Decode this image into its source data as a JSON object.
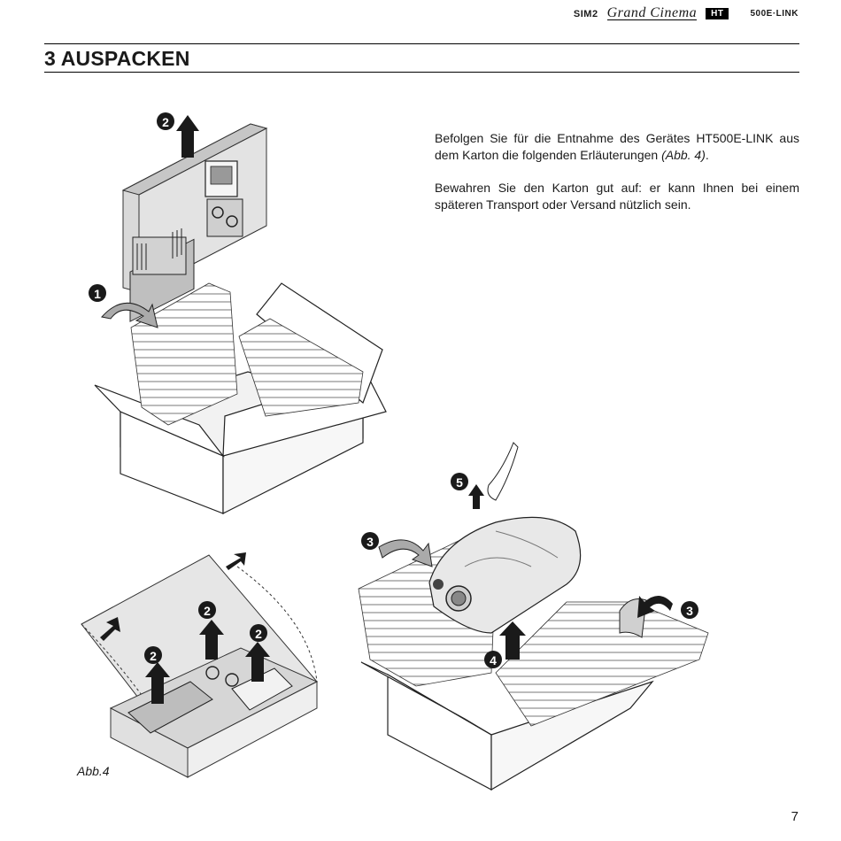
{
  "header": {
    "brand_prefix": "SIM2",
    "brand_script": "Grand Cinema",
    "brand_badge": "HT",
    "model": "500E·LINK"
  },
  "section": {
    "title": "3 AUSPACKEN"
  },
  "body": {
    "para1_text": "Befolgen Sie für die Entnahme des Gerätes HT500E-LINK aus dem Karton die folgenden Erläuterungen ",
    "para1_ref": "(Abb. 4)",
    "para1_end": ".",
    "para2": "Bewahren Sie den Karton gut auf: er kann Ihnen bei einem späteren Transport oder Versand nützlich sein."
  },
  "figure": {
    "label": "Abb.4",
    "step_numbers": [
      "1",
      "2",
      "3",
      "4",
      "5"
    ]
  },
  "page": {
    "number": "7"
  }
}
